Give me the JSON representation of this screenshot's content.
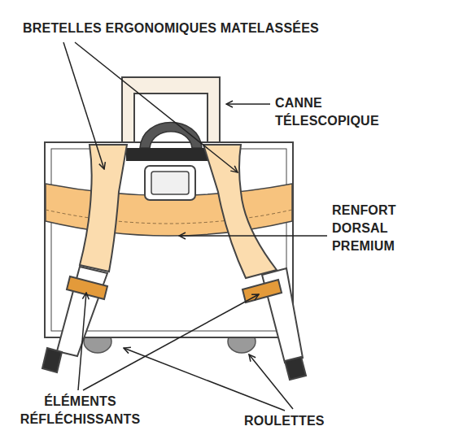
{
  "diagram": {
    "labels": [
      "BRETELLES ERGONOMIQUES MATELASSÉES",
      "CANNE TÉLESCOPIQUE",
      "RENFORT DORSAL PREMIUM",
      "ÉLÉMENTS RÉFLÉCHISSANTS",
      "ROULETTES"
    ]
  }
}
